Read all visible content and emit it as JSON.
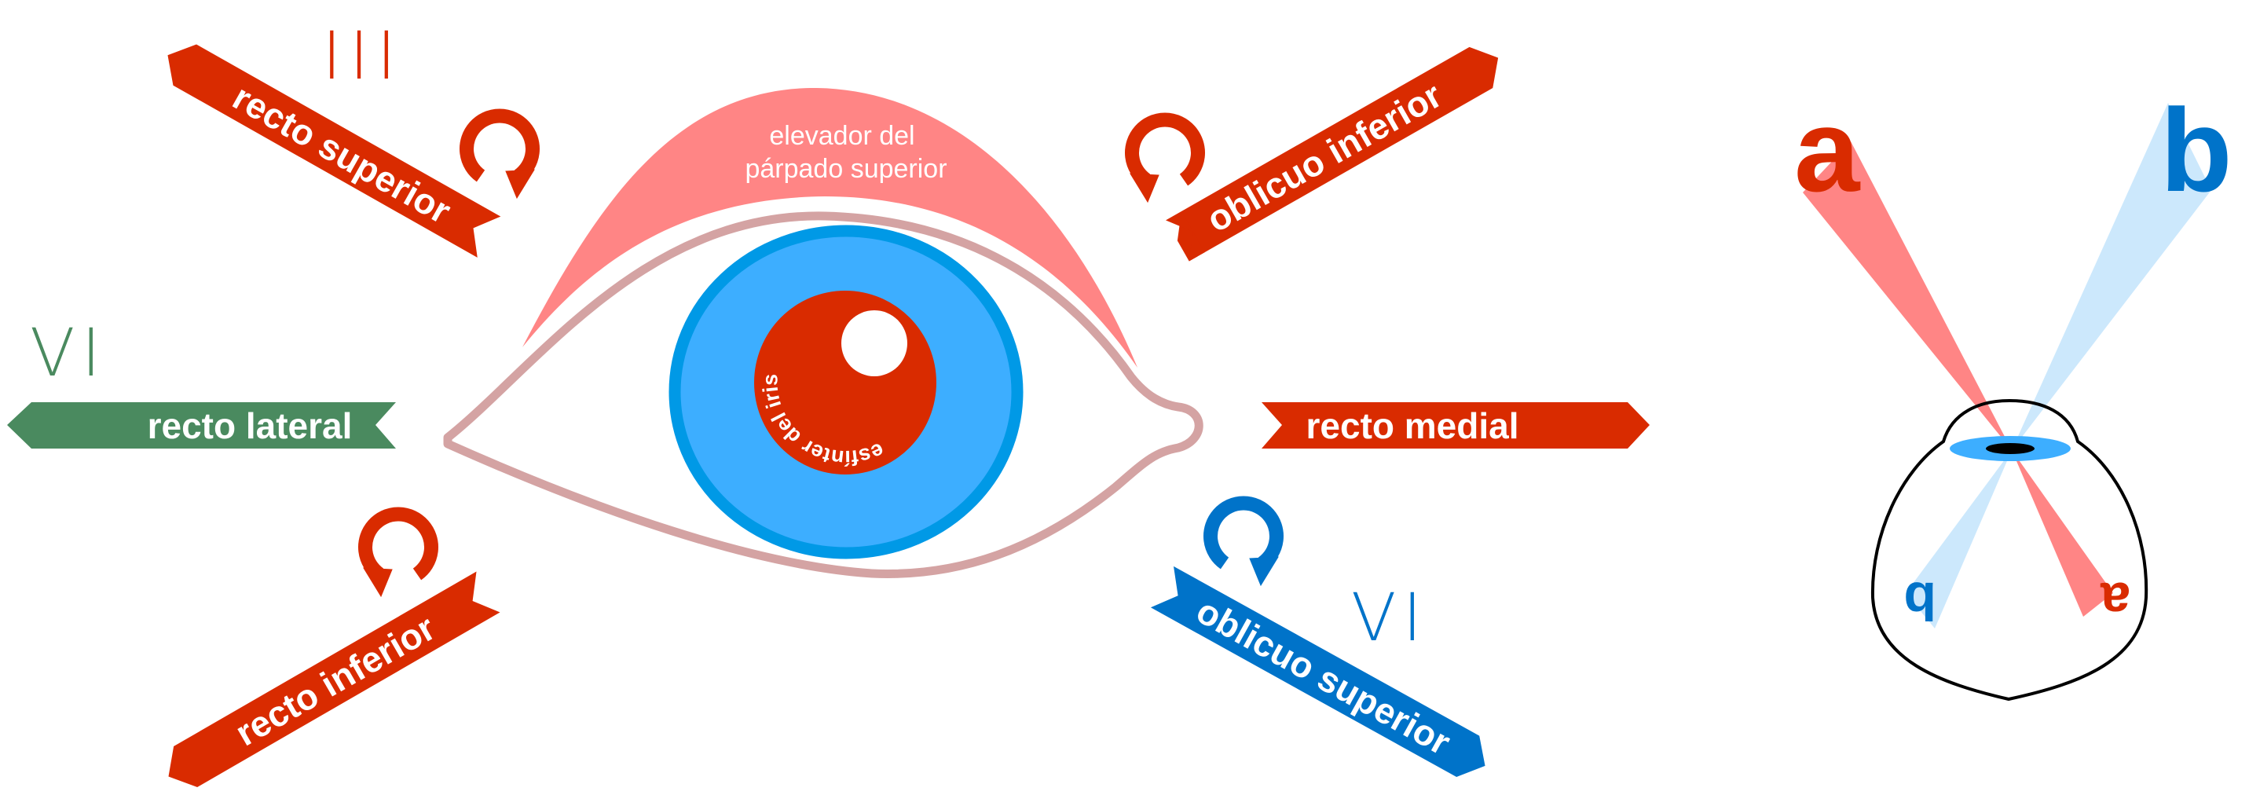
{
  "colors": {
    "red": "#d92b00",
    "green": "#4a8a5f",
    "blue": "#0073c9",
    "pink": "#ff8585",
    "iris": "#3daeff",
    "iris_ring": "#0099e6",
    "lid": "#d4a3a3",
    "light_blue": "#cce8fc"
  },
  "nerves": {
    "oculomotor": "III",
    "abducens": "VI",
    "trochlear": "VI"
  },
  "muscles": {
    "recto_superior": "recto superior",
    "recto_inferior": "recto inferior",
    "recto_lateral": "recto lateral",
    "recto_medial": "recto medial",
    "oblicuo_inferior": "oblicuo inferior",
    "oblicuo_superior": "oblicuo superior",
    "elevador_line1": "elevador del",
    "elevador_line2": "párpado superior",
    "esfinter": "esfínter del iris"
  },
  "schematic": {
    "label_a": "a",
    "label_b": "b",
    "inverted_a": "a",
    "inverted_b": "b"
  }
}
